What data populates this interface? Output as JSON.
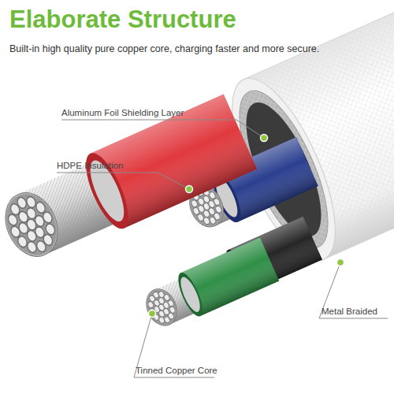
{
  "diagram": {
    "title": "Elaborate Structure",
    "labels": [
      "Built-in high quality pure copper core, charging faster and more secure.",
      "Aluminum Foil Shielding Layer",
      "HDPE Insulation",
      "Metal Braided",
      "Tinned Copper Core"
    ]
  }
}
